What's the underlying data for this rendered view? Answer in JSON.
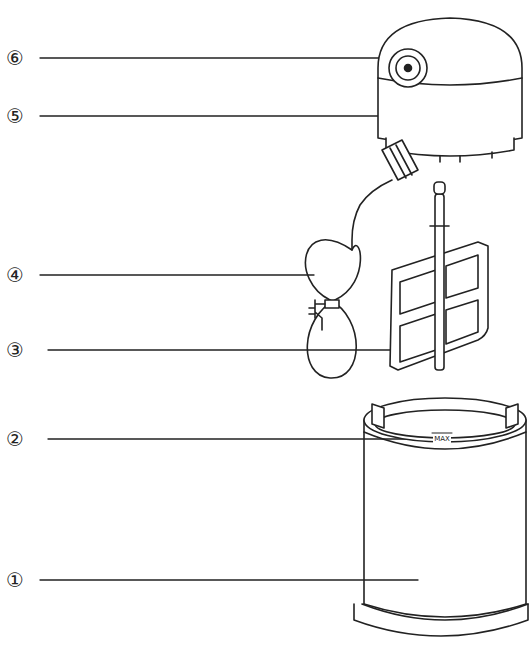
{
  "diagram": {
    "labels": [
      "⑥",
      "⑤",
      "④",
      "③",
      "②",
      "MAX",
      "①"
    ]
  }
}
